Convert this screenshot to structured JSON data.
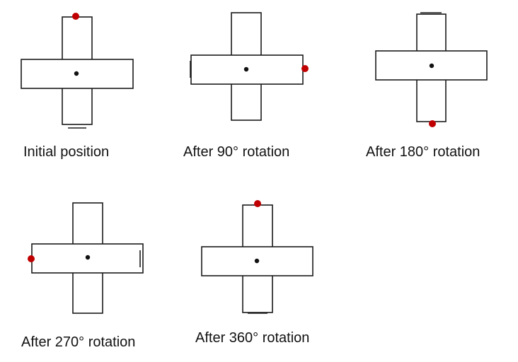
{
  "colors": {
    "marker": "#c00000",
    "outline": "#1a1a1a",
    "center": "#111111",
    "background": "#ffffff"
  },
  "panels": [
    {
      "caption": "Initial position"
    },
    {
      "caption": "After 90° rotation"
    },
    {
      "caption": "After 180° rotation"
    },
    {
      "caption": "After 270° rotation"
    },
    {
      "caption": "After 360° rotation"
    }
  ]
}
